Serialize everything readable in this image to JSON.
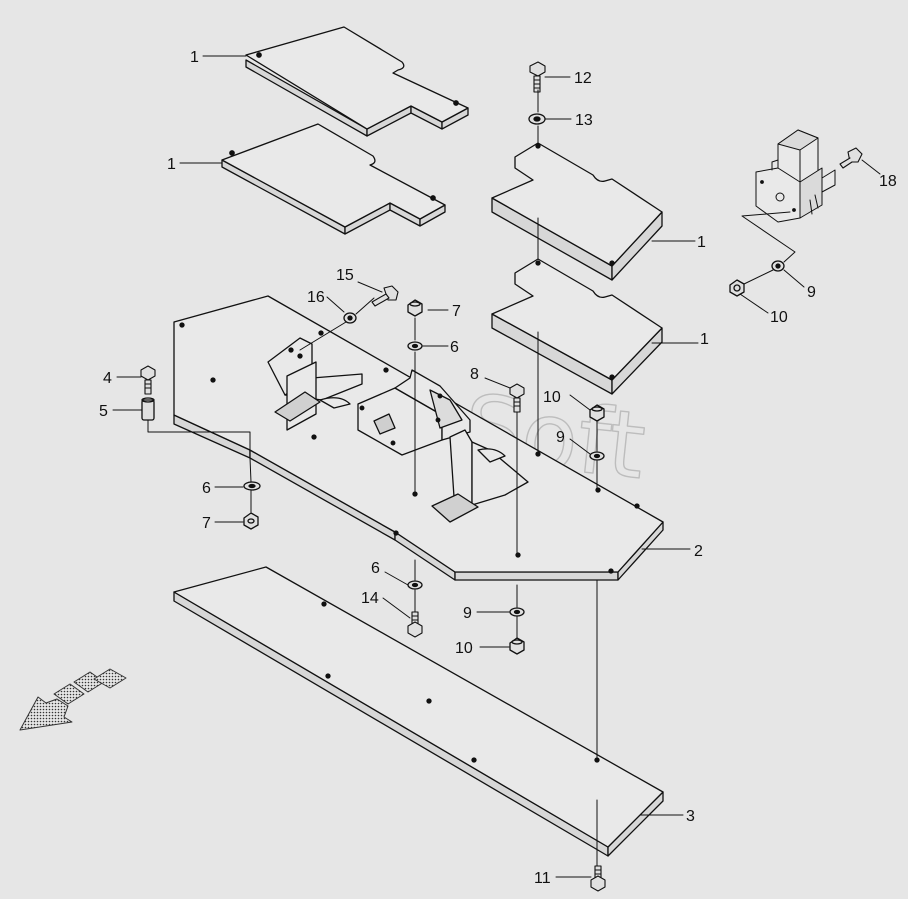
{
  "watermark": "AutoSoft",
  "colors": {
    "background": "#e6e6e6",
    "part_fill": "#e9e9e9",
    "edge_fill": "#d7d7d7",
    "line": "#111111"
  },
  "callouts": [
    {
      "id": "c1a",
      "label": "1"
    },
    {
      "id": "c1b",
      "label": "1"
    },
    {
      "id": "c1c",
      "label": "1"
    },
    {
      "id": "c1d",
      "label": "1"
    },
    {
      "id": "c2",
      "label": "2"
    },
    {
      "id": "c3",
      "label": "3"
    },
    {
      "id": "c4",
      "label": "4"
    },
    {
      "id": "c5",
      "label": "5"
    },
    {
      "id": "c6a",
      "label": "6"
    },
    {
      "id": "c6b",
      "label": "6"
    },
    {
      "id": "c6c",
      "label": "6"
    },
    {
      "id": "c7a",
      "label": "7"
    },
    {
      "id": "c7b",
      "label": "7"
    },
    {
      "id": "c8",
      "label": "8"
    },
    {
      "id": "c9a",
      "label": "9"
    },
    {
      "id": "c9b",
      "label": "9"
    },
    {
      "id": "c9c",
      "label": "9"
    },
    {
      "id": "c10a",
      "label": "10"
    },
    {
      "id": "c10b",
      "label": "10"
    },
    {
      "id": "c10c",
      "label": "10"
    },
    {
      "id": "c11",
      "label": "11"
    },
    {
      "id": "c12",
      "label": "12"
    },
    {
      "id": "c13",
      "label": "13"
    },
    {
      "id": "c14",
      "label": "14"
    },
    {
      "id": "c15",
      "label": "15"
    },
    {
      "id": "c16",
      "label": "16"
    },
    {
      "id": "c18",
      "label": "18"
    }
  ]
}
